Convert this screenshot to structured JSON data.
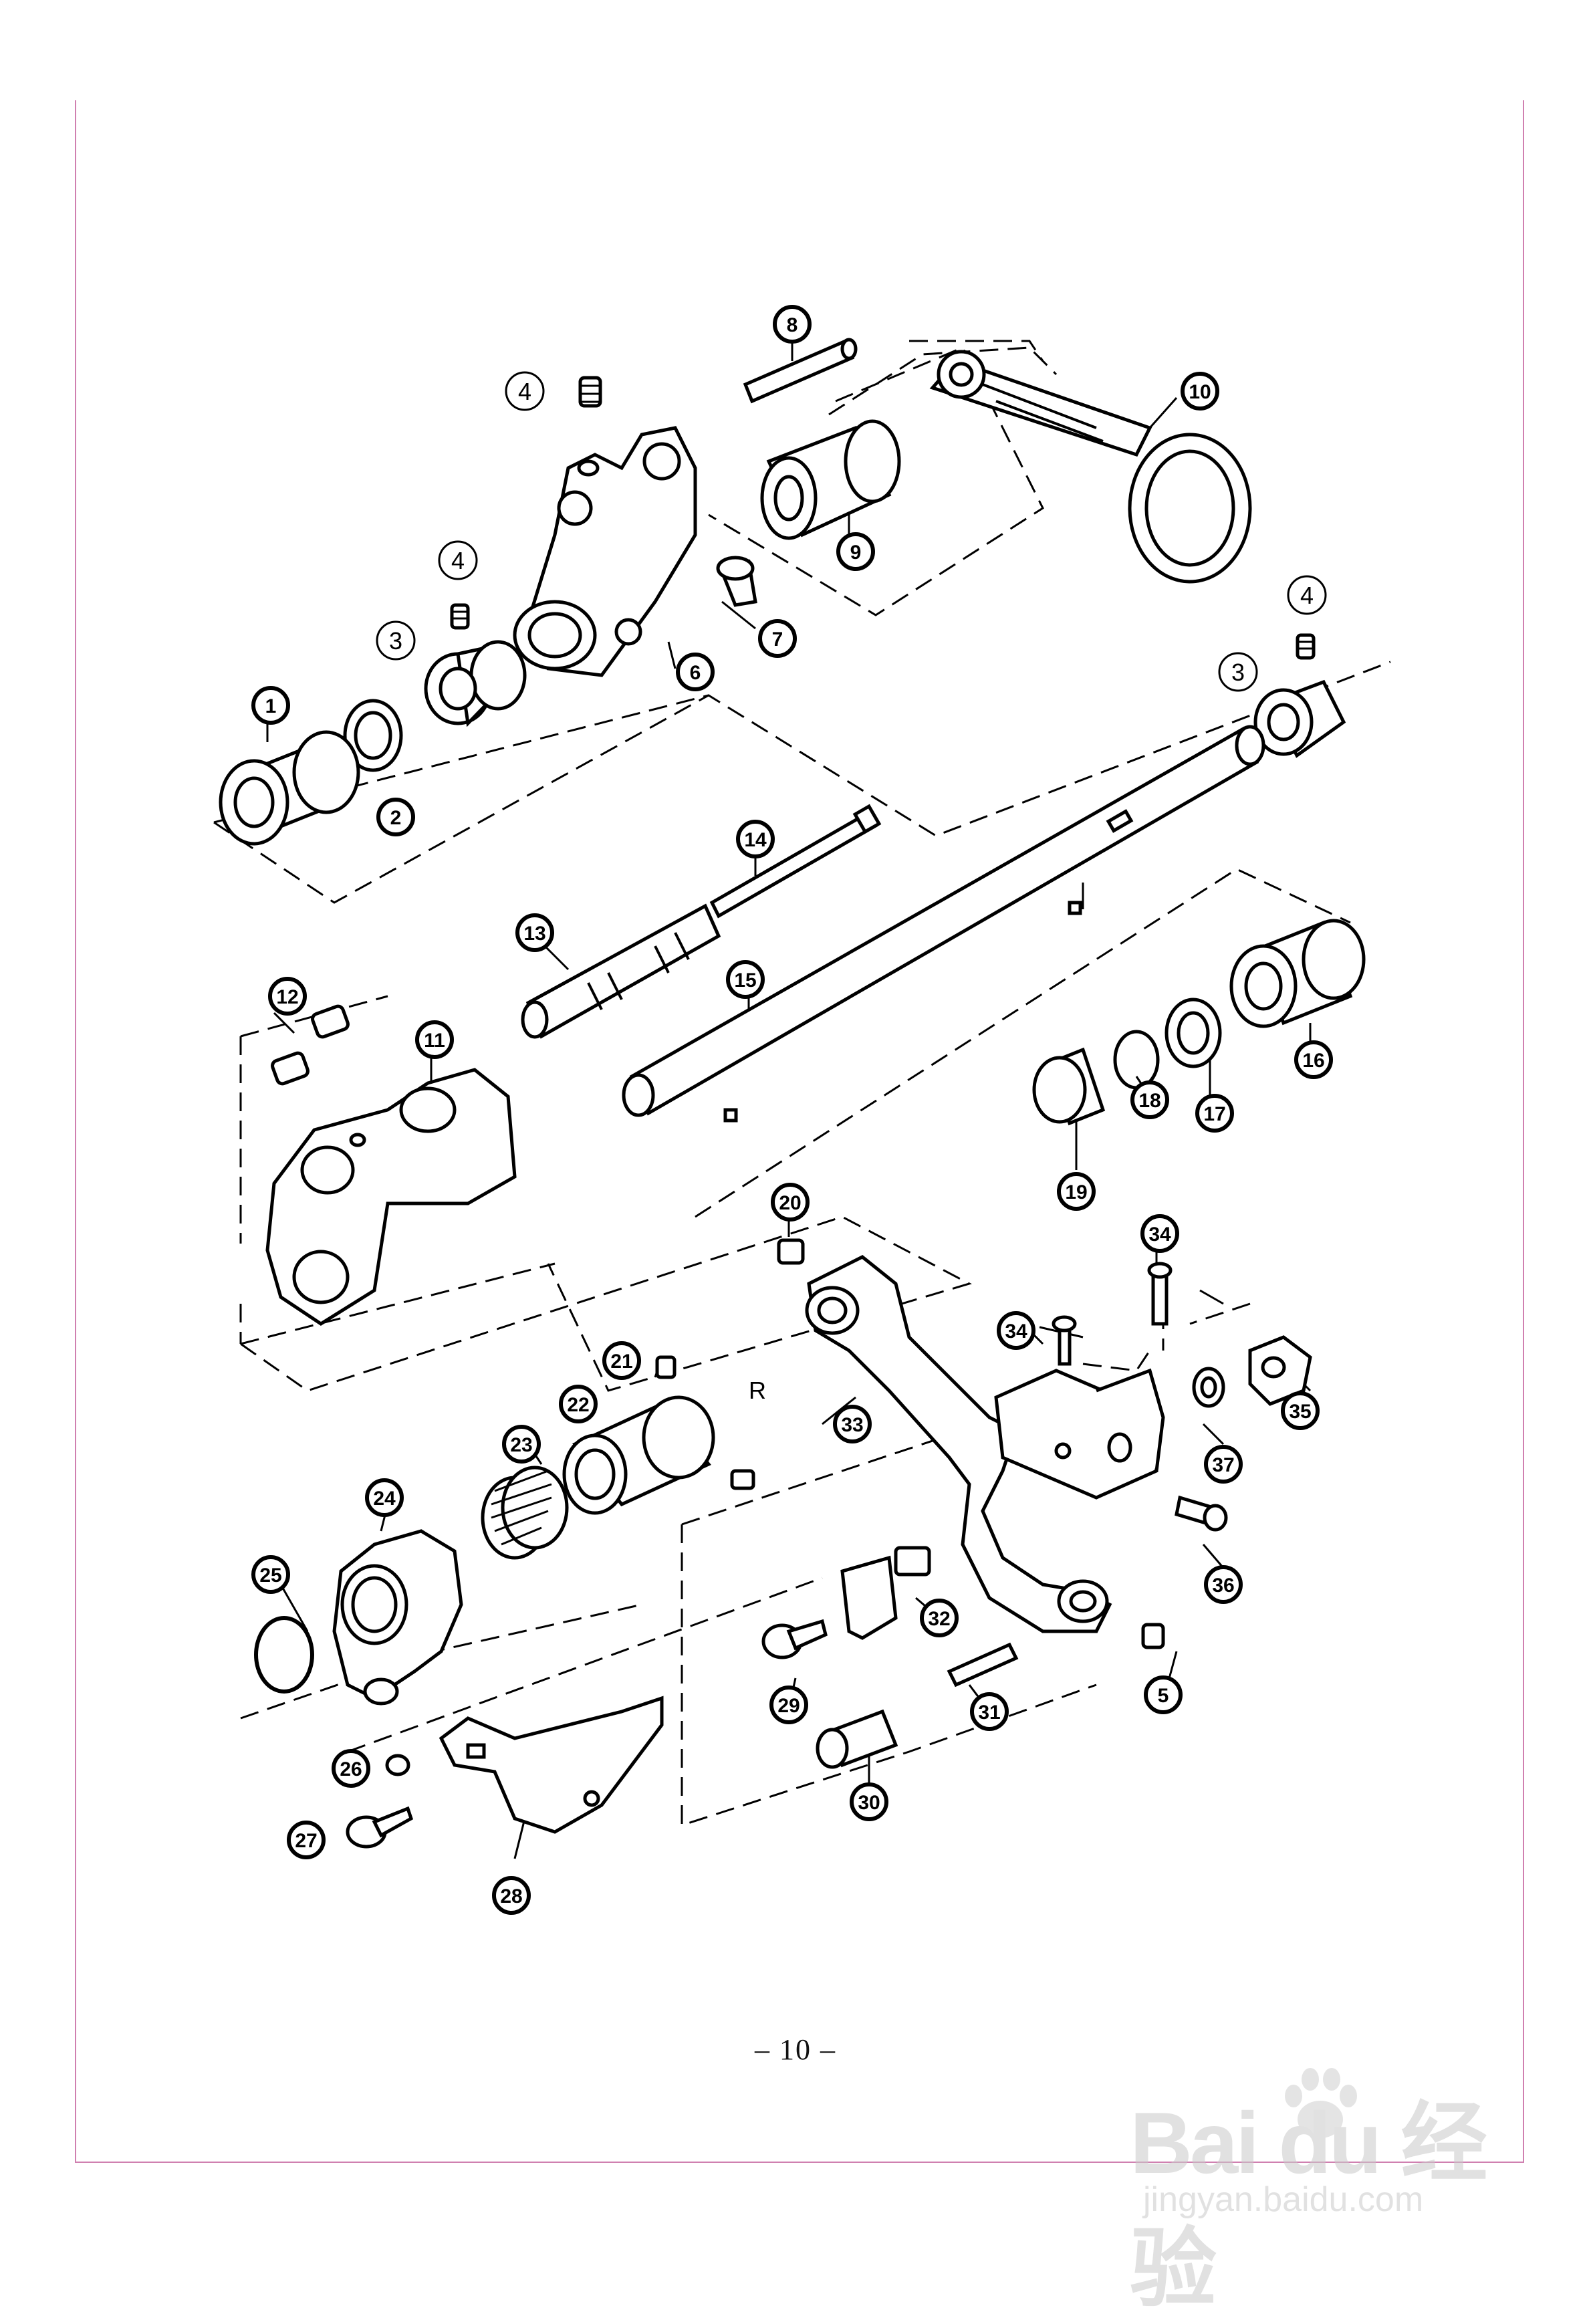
{
  "callouts": [
    "1",
    "2",
    "3",
    "4",
    "5",
    "6",
    "7",
    "8",
    "9",
    "10",
    "11",
    "12",
    "13",
    "14",
    "15",
    "16",
    "17",
    "18",
    "19",
    "20",
    "21",
    "22",
    "23",
    "24",
    "25",
    "26",
    "27",
    "28",
    "29",
    "30",
    "31",
    "32",
    "33",
    "34",
    "35",
    "36",
    "37"
  ],
  "outlined_labels": {
    "three": "3",
    "four": "4"
  },
  "side_mark": "R",
  "page_number": "– 10 –",
  "watermark": {
    "brand": "Bai du 经验",
    "site": "jingyan.baidu.com"
  }
}
